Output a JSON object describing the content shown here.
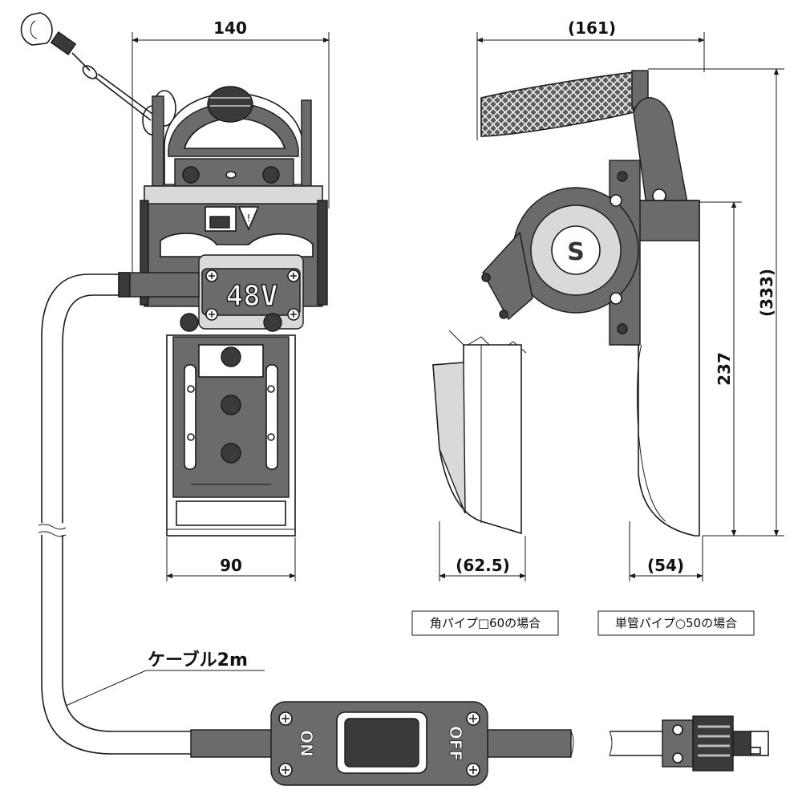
{
  "dimensions": {
    "front_width": "140",
    "front_base_width": "90",
    "side_width": "(161)",
    "side_height": "(333)",
    "clamp_height": "237",
    "square_pipe_depth": "(62.5)",
    "round_pipe_depth": "(54)"
  },
  "labels": {
    "square_pipe_case": "角パイプ□60の場合",
    "round_pipe_case": "単管パイプ○50の場合",
    "cable": "ケーブル2m",
    "voltage": "48V",
    "switch_on": "ON",
    "switch_off": "OFF"
  },
  "colors": {
    "line": "#1a1a1a",
    "body_grey": "#6b6b6b",
    "dark_grey": "#3a3a3a",
    "light_grey": "#d9d9d9"
  }
}
